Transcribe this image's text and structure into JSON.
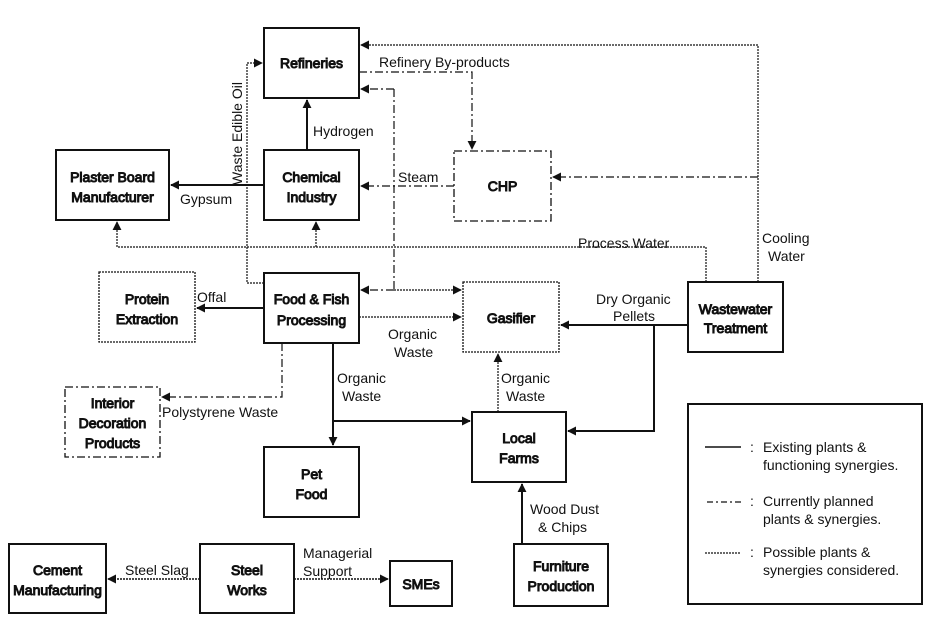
{
  "diagram": {
    "type": "industrial-symbiosis-flow",
    "nodes": {
      "refineries": {
        "lines": [
          "Refineries"
        ],
        "status": "existing"
      },
      "chemical": {
        "lines": [
          "Chemical",
          "Industry"
        ],
        "status": "existing"
      },
      "plaster": {
        "lines": [
          "Plaster Board",
          "Manufacturer"
        ],
        "status": "existing"
      },
      "chp": {
        "lines": [
          "CHP"
        ],
        "status": "planned"
      },
      "protein": {
        "lines": [
          "Protein",
          "Extraction"
        ],
        "status": "possible"
      },
      "food": {
        "lines": [
          "Food & Fish",
          "Processing"
        ],
        "status": "existing"
      },
      "gasifier": {
        "lines": [
          "Gasifier"
        ],
        "status": "possible"
      },
      "wastewater": {
        "lines": [
          "Wastewater",
          "Treatment"
        ],
        "status": "existing"
      },
      "interior": {
        "lines": [
          "Interior",
          "Decoration",
          "Products"
        ],
        "status": "planned"
      },
      "farms": {
        "lines": [
          "Local",
          "Farms"
        ],
        "status": "existing"
      },
      "petfood": {
        "lines": [
          "Pet",
          "Food"
        ],
        "status": "existing"
      },
      "cement": {
        "lines": [
          "Cement",
          "Manufacturing"
        ],
        "status": "existing"
      },
      "steel": {
        "lines": [
          "Steel",
          "Works"
        ],
        "status": "existing"
      },
      "smes": {
        "lines": [
          "SMEs"
        ],
        "status": "existing"
      },
      "furniture": {
        "lines": [
          "Furniture",
          "Production"
        ],
        "status": "existing"
      }
    },
    "edges": {
      "waste_edible_oil": {
        "label": [
          "Waste Edible Oil"
        ],
        "from": "food",
        "to": "refineries",
        "status": "possible"
      },
      "refinery_byproducts": {
        "label": [
          "Refinery By-products"
        ],
        "from": "refineries",
        "to": "chp",
        "status": "planned"
      },
      "hydrogen": {
        "label": [
          "Hydrogen"
        ],
        "from": "chemical",
        "to": "refineries",
        "status": "existing"
      },
      "gypsum": {
        "label": [
          "Gypsum"
        ],
        "from": "chemical",
        "to": "plaster",
        "status": "existing"
      },
      "steam": {
        "label": [
          "Steam"
        ],
        "from": "chp",
        "to": "chemical; refineries; food; gasifier",
        "status": "planned"
      },
      "process_water": {
        "label": [
          "Process Water"
        ],
        "from": "wastewater",
        "to": "plaster; chemical",
        "status": "possible"
      },
      "cooling_water": {
        "label": [
          "Cooling",
          "Water"
        ],
        "from": "wastewater",
        "to": "refineries; chp",
        "status": "possible / planned"
      },
      "offal": {
        "label": [
          "Offal"
        ],
        "from": "food",
        "to": "protein",
        "status": "existing"
      },
      "organic_waste_gasifier": {
        "label": [
          "Organic",
          "Waste"
        ],
        "from": "food",
        "to": "gasifier",
        "status": "possible"
      },
      "dry_organic_pellets": {
        "label": [
          "Dry Organic",
          "Pellets"
        ],
        "from": "wastewater",
        "to": "gasifier; farms",
        "status": "existing"
      },
      "polystyrene_waste": {
        "label": [
          "Polystyrene Waste"
        ],
        "from": "food",
        "to": "interior",
        "status": "planned"
      },
      "organic_waste_farms": {
        "label": [
          "Organic",
          "Waste"
        ],
        "from": "food",
        "to": "petfood; farms",
        "status": "existing"
      },
      "organic_waste_farms_gasifier": {
        "label": [
          "Organic",
          "Waste"
        ],
        "from": "farms",
        "to": "gasifier",
        "status": "possible"
      },
      "wood_dust": {
        "label": [
          "Wood Dust",
          "& Chips"
        ],
        "from": "furniture",
        "to": "farms",
        "status": "existing"
      },
      "steel_slag": {
        "label": [
          "Steel Slag"
        ],
        "from": "steel",
        "to": "cement",
        "status": "possible"
      },
      "managerial_support": {
        "label": [
          "Managerial",
          "Support"
        ],
        "from": "steel",
        "to": "smes",
        "status": "possible"
      }
    }
  },
  "legend": {
    "items": [
      {
        "style": "solid",
        "separator": ":",
        "lines": [
          "Existing plants &",
          "functioning synergies."
        ]
      },
      {
        "style": "dash-dot",
        "separator": ":",
        "lines": [
          "Currently planned",
          "plants & synergies."
        ]
      },
      {
        "style": "dotted",
        "separator": ":",
        "lines": [
          "Possible plants &",
          "synergies considered."
        ]
      }
    ]
  }
}
